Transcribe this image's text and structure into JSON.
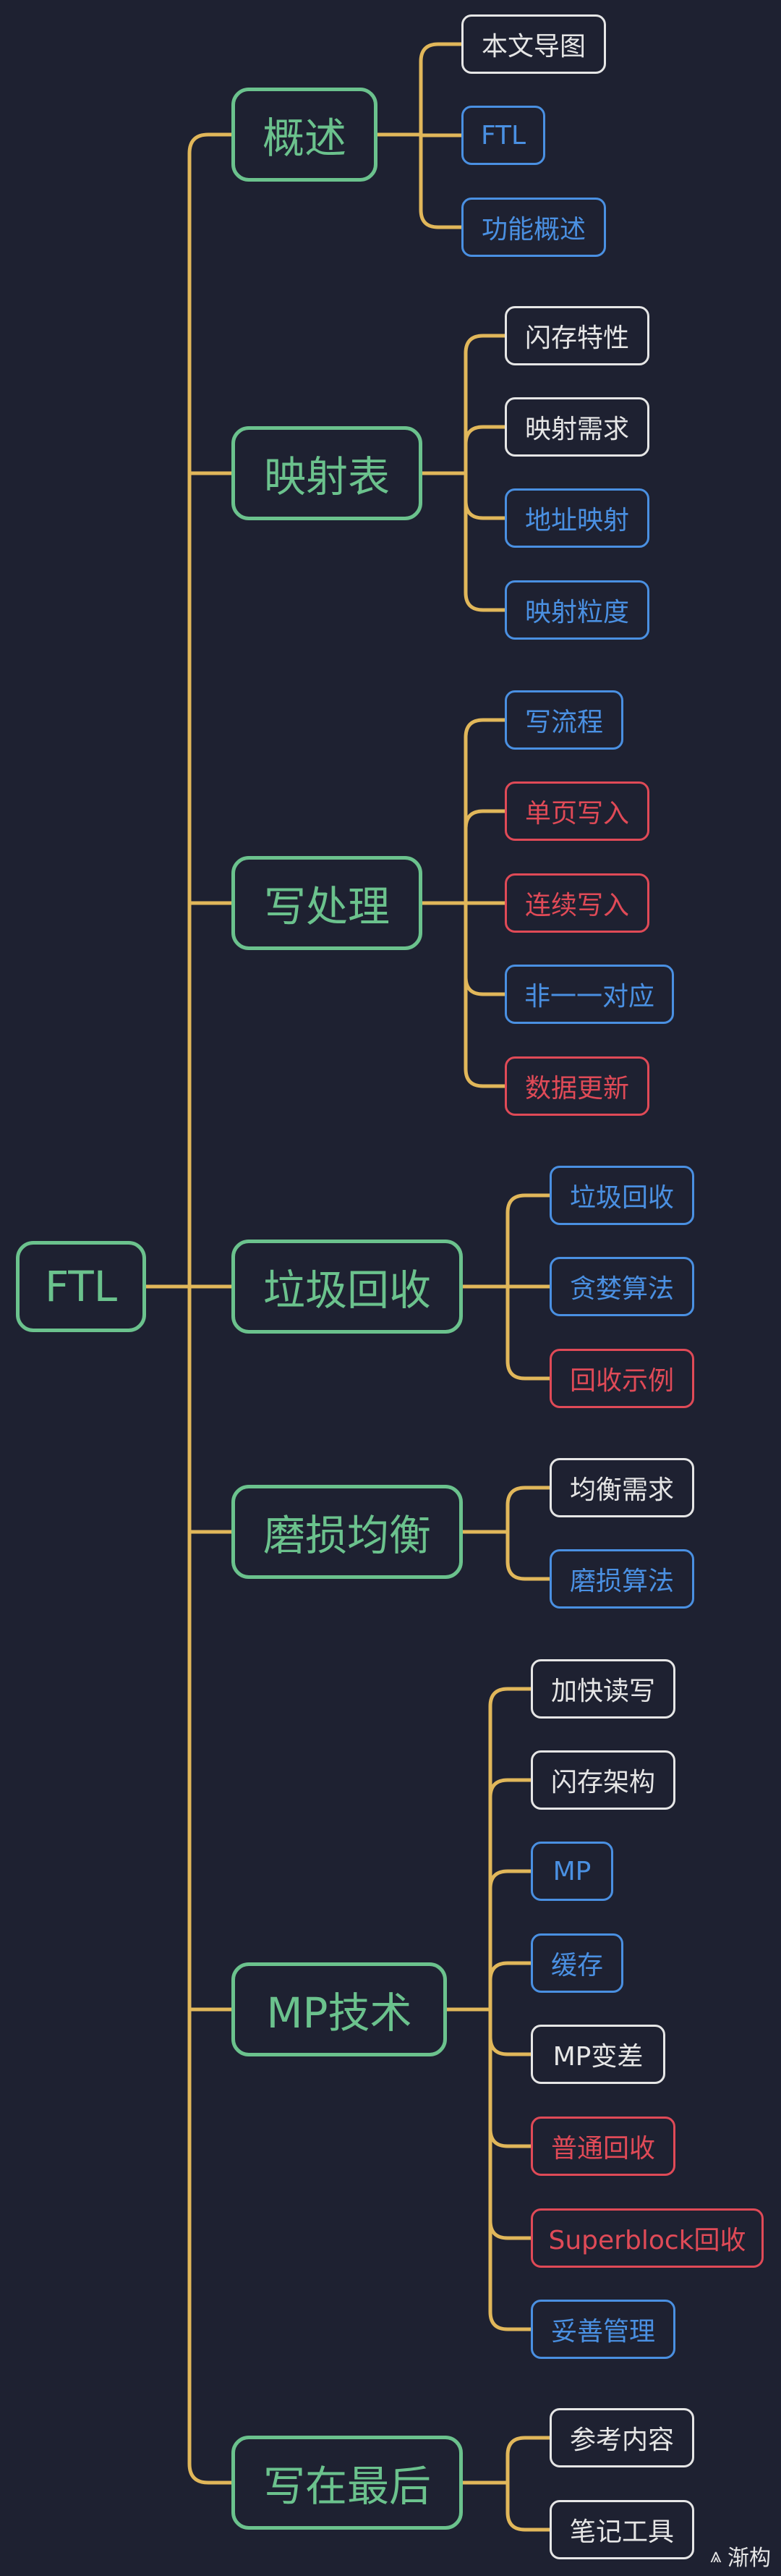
{
  "root": {
    "label": "FTL"
  },
  "branches": [
    {
      "label": "概述",
      "children": [
        {
          "label": "本文导图",
          "color": "white"
        },
        {
          "label": "FTL",
          "color": "blue"
        },
        {
          "label": "功能概述",
          "color": "blue"
        }
      ]
    },
    {
      "label": "映射表",
      "children": [
        {
          "label": "闪存特性",
          "color": "white"
        },
        {
          "label": "映射需求",
          "color": "white"
        },
        {
          "label": "地址映射",
          "color": "blue"
        },
        {
          "label": "映射粒度",
          "color": "blue"
        }
      ]
    },
    {
      "label": "写处理",
      "children": [
        {
          "label": "写流程",
          "color": "blue"
        },
        {
          "label": "单页写入",
          "color": "red"
        },
        {
          "label": "连续写入",
          "color": "red"
        },
        {
          "label": "非一一对应",
          "color": "blue"
        },
        {
          "label": "数据更新",
          "color": "red"
        }
      ]
    },
    {
      "label": "垃圾回收",
      "children": [
        {
          "label": "垃圾回收",
          "color": "blue"
        },
        {
          "label": "贪婪算法",
          "color": "blue"
        },
        {
          "label": "回收示例",
          "color": "red"
        }
      ]
    },
    {
      "label": "磨损均衡",
      "children": [
        {
          "label": "均衡需求",
          "color": "white"
        },
        {
          "label": "磨损算法",
          "color": "blue"
        }
      ]
    },
    {
      "label": "MP技术",
      "children": [
        {
          "label": "加快读写",
          "color": "white"
        },
        {
          "label": "闪存架构",
          "color": "white"
        },
        {
          "label": "MP",
          "color": "blue"
        },
        {
          "label": "缓存",
          "color": "blue"
        },
        {
          "label": "MP变差",
          "color": "white"
        },
        {
          "label": "普通回收",
          "color": "red"
        },
        {
          "label": "Superblock回收",
          "color": "red"
        },
        {
          "label": "妥善管理",
          "color": "blue"
        }
      ]
    },
    {
      "label": "写在最后",
      "children": [
        {
          "label": "参考内容",
          "color": "white"
        },
        {
          "label": "笔记工具",
          "color": "white"
        }
      ]
    }
  ],
  "watermark": {
    "icon": "mountain-logo-icon",
    "label": "渐构"
  },
  "colors": {
    "background": "#1e2131",
    "main": "#6bc28d",
    "connector": "#e1b75a",
    "white": "#e6e6e6",
    "blue": "#4a90e2",
    "red": "#e04a57"
  }
}
